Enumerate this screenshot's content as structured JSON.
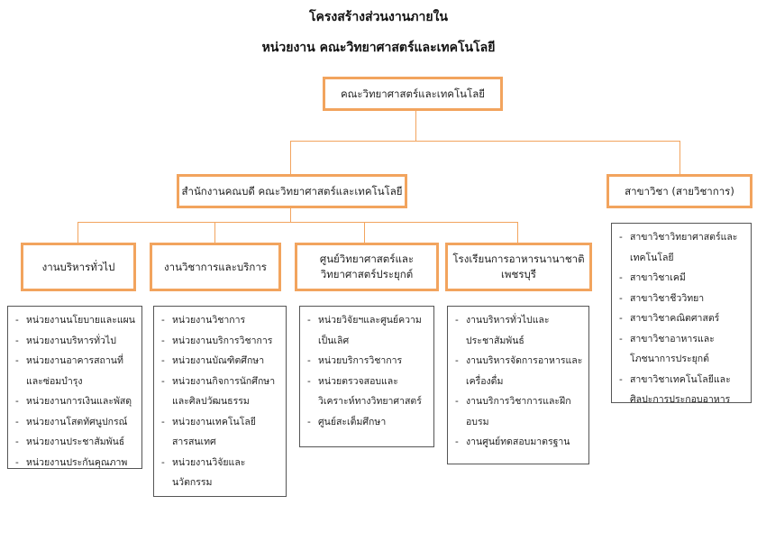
{
  "title_line1": "โครงสร้างส่วนงานภายใน",
  "title_line2": "หน่วยงาน  คณะวิทยาศาสตร์และเทคโนโลยี",
  "root": "คณะวิทยาศาสตร์และเทคโนโลยี",
  "office": "สำนักงานคณบดี  คณะวิทยาศาสตร์และเทคโนโลยี",
  "academic": "สาขาวิชา (สายวิชาการ)",
  "units": [
    {
      "label": "งานบริหารทั่วไป",
      "items": [
        "หน่วยงานนโยบายและแผน",
        "หน่วยงานบริหารทั่วไป",
        "หน่วยงานอาคารสถานที่และซ่อมบำรุง",
        "หน่วยงานการเงินและพัสดุ",
        "หน่วยงานโสตทัศนูปกรณ์",
        "หน่วยงานประชาสัมพันธ์",
        "หน่วยงานประกันคุณภาพ"
      ]
    },
    {
      "label": "งานวิชาการและบริการ",
      "items": [
        "หน่วยงานวิชาการ",
        "หน่วยงานบริการวิชาการ",
        "หน่วยงานบัณฑิตศึกษา",
        "หน่วยงานกิจการนักศึกษาและศิลปวัฒนธรรม",
        "หน่วยงานเทคโนโลยีสารสนเทศ",
        "หน่วยงานวิจัยและนวัตกรรม"
      ]
    },
    {
      "label": "ศูนย์วิทยาศาสตร์และวิทยาศาสตร์ประยุกต์",
      "items": [
        "หน่วยวิจัยฯและศูนย์ความเป็นเลิศ",
        "หน่วยบริการวิชาการ",
        "หน่วยตรวจสอบและวิเคราะห์ทางวิทยาศาสตร์",
        "ศูนย์สะเต็มศึกษา"
      ]
    },
    {
      "label": "โรงเรียนการอาหารนานาชาติเพชรบุรี",
      "items": [
        "งานบริหารทั่วไปและประชาสัมพันธ์",
        "งานบริหารจัดการอาหารและเครื่องดื่ม",
        "งานบริการวิชาการและฝึกอบรม",
        "งานศูนย์ทดสอบมาตรฐาน"
      ]
    }
  ],
  "departments": [
    "สาขาวิชาวิทยาศาสตร์และเทคโนโลยี",
    "สาขาวิชาเคมี",
    "สาขาวิชาชีววิทยา",
    "สาขาวิชาคณิตศาสตร์",
    "สาขาวิชาอาหารและโภชนาการประยุกต์",
    "สาขาวิชาเทคโนโลยีและศิลปะการประกอบอาหาร"
  ]
}
